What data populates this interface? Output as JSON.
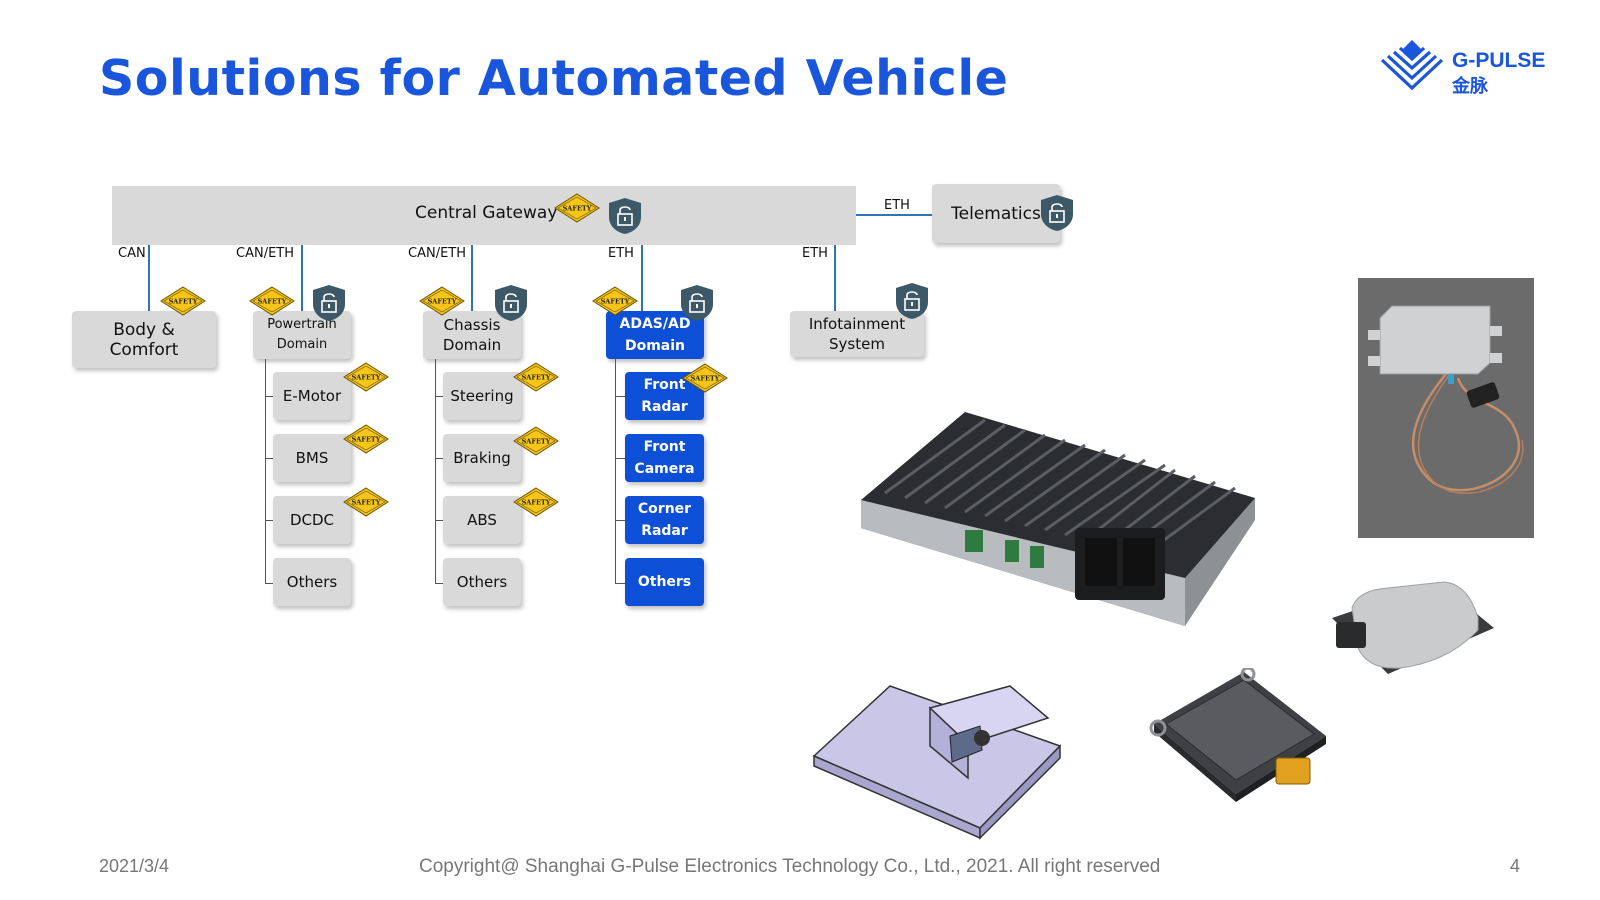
{
  "slide": {
    "title": "Solutions for Automated Vehicle",
    "logo_text": "G-PULSE",
    "logo_cn": "金脉",
    "date": "2021/3/4",
    "copyright": "Copyright@ Shanghai G-Pulse Electronics Technology Co., Ltd., 2021. All right reserved",
    "page_number": "4"
  },
  "diagram": {
    "gateway": "Central Gateway",
    "telematics": "Telematics",
    "eth_link": "ETH",
    "safety_badge": "SAFETY",
    "buses": [
      "CAN",
      "CAN/ETH",
      "CAN/ETH",
      "ETH",
      "ETH"
    ],
    "domains": {
      "body_comfort": [
        "Body &",
        "Comfort"
      ],
      "powertrain": [
        "Powertrain",
        "Domain"
      ],
      "chassis": [
        "Chassis",
        "Domain"
      ],
      "adas": [
        "ADAS/AD",
        "Domain"
      ],
      "infotainment": [
        "Infotainment",
        "System"
      ]
    },
    "powertrain_items": [
      "E-Motor",
      "BMS",
      "DCDC",
      "Others"
    ],
    "chassis_items": [
      "Steering",
      "Braking",
      "ABS",
      "Others"
    ],
    "adas_items": [
      [
        "Front",
        "Radar"
      ],
      [
        "Front",
        "Camera"
      ],
      [
        "Corner",
        "Radar"
      ],
      [
        "Others"
      ]
    ]
  },
  "colors": {
    "title_blue": "#1a56db",
    "adas_blue": "#0d4fd6",
    "box_gray": "#d9d9d9",
    "bus_line": "#2e75b6",
    "safety_yellow": "#f5c518",
    "lock_slate": "#3d5866"
  },
  "icons": [
    "safety-badge-icon",
    "security-lock-icon",
    "g-pulse-logo-icon"
  ]
}
